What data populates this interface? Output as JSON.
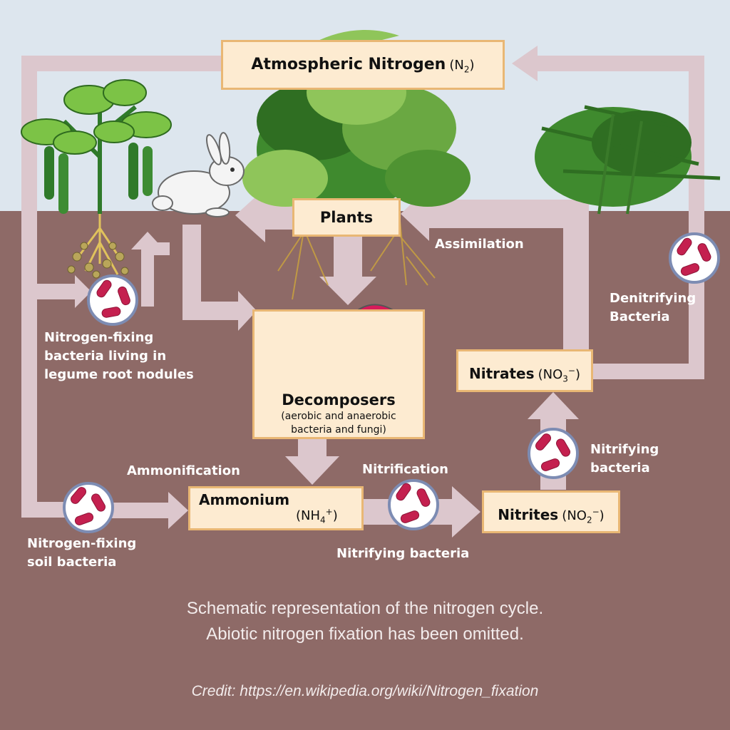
{
  "nodes": {
    "atmospheric_nitrogen": {
      "label": "Atmospheric Nitrogen",
      "formula": "(N",
      "sub": "2",
      "close": ")"
    },
    "plants": {
      "label": "Plants"
    },
    "decomposers": {
      "label": "Decomposers",
      "sub_line1": "(aerobic and anaerobic",
      "sub_line2": "bacteria and fungi)"
    },
    "ammonium": {
      "label": "Ammonium",
      "formula": "(NH",
      "sub": "4",
      "sup": "+",
      "close": ")"
    },
    "nitrites": {
      "label": "Nitrites",
      "formula": "(NO",
      "sub": "2",
      "sup": "−",
      "close": ")"
    },
    "nitrates": {
      "label": "Nitrates",
      "formula": "(NO",
      "sub": "3",
      "sup": "−",
      "close": ")"
    }
  },
  "labels": {
    "assimilation": "Assimilation",
    "denitrifying_l1": "Denitrifying",
    "denitrifying_l2": "Bacteria",
    "legume_l1": "Nitrogen-fixing",
    "legume_l2": "bacteria living in",
    "legume_l3": "legume root nodules",
    "ammonification": "Ammonification",
    "nitrification": "Nitrification",
    "nitrifying_bacteria_bottom": "Nitrifying bacteria",
    "nitrifying_l1": "Nitrifying",
    "nitrifying_l2": "bacteria",
    "soil_l1": "Nitrogen-fixing",
    "soil_l2": "soil bacteria"
  },
  "caption": {
    "line1": "Schematic representation of the nitrogen cycle.",
    "line2": "Abiotic nitrogen fixation has been omitted."
  },
  "credit": "Credit: https://en.wikipedia.org/wiki/Nitrogen_fixation",
  "colors": {
    "sky": "#dde6ee",
    "soil": "#8e6a67",
    "arrow": "#dcc7cd",
    "box_fill": "#fdebd1",
    "box_border": "#e9b774",
    "bacteria": "#c4204f",
    "microbe_ring": "#7d8cb3",
    "mushroom": "#d81b5a"
  }
}
